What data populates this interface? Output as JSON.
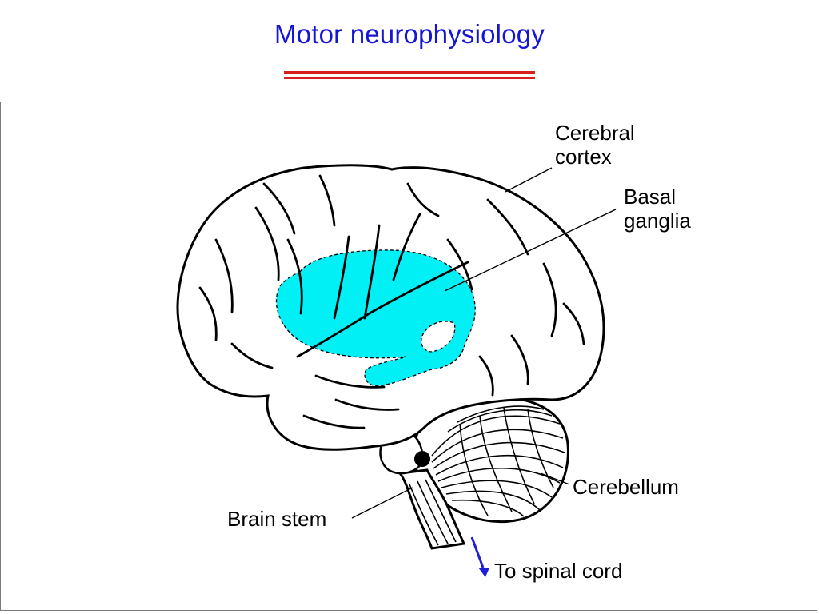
{
  "slide": {
    "title": "Motor neurophysiology",
    "title_color": "#1515d6",
    "rule_color": "#d81f1f"
  },
  "diagram": {
    "labels": {
      "cerebral_cortex": [
        "Cerebral",
        "cortex"
      ],
      "basal_ganglia": [
        "Basal",
        "ganglia"
      ],
      "cerebellum": "Cerebellum",
      "brain_stem": "Brain stem",
      "spinal_cord": "To spinal cord"
    },
    "colors": {
      "basal_ganglia_fill": "#00f0f5",
      "arrow": "#1f1fd6",
      "outline": "#000000"
    }
  }
}
